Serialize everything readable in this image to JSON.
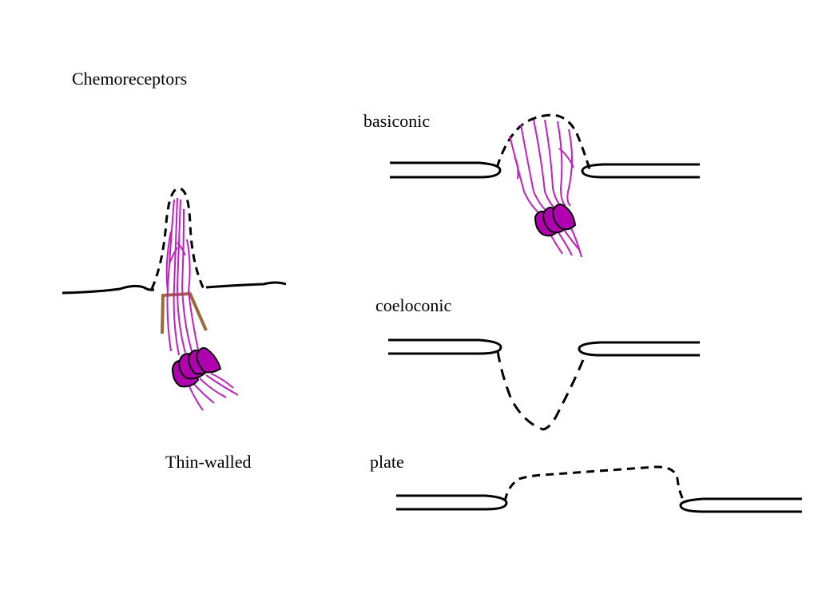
{
  "slide": {
    "title": "Chemoreceptors",
    "labels": {
      "basiconic": "basiconic",
      "coeloconic": "coeloconic",
      "thin_walled": "Thin-walled",
      "plate": "plate"
    }
  },
  "colors": {
    "outline": "#000000",
    "dendrite": "#c020c0",
    "neuron_fill": "#b000b0",
    "socket": "#9a6a3a",
    "background": "#ffffff"
  }
}
